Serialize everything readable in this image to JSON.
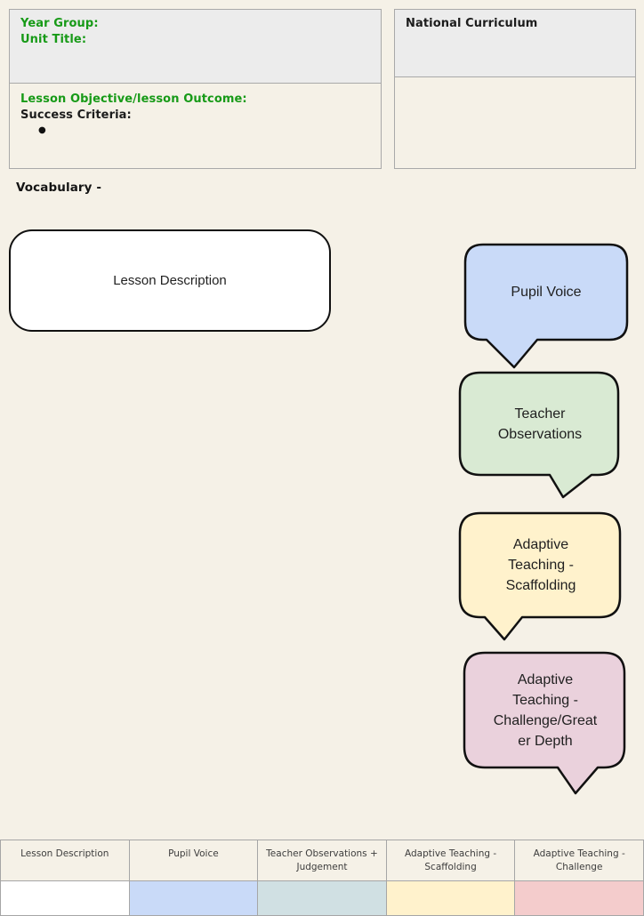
{
  "colors": {
    "page_background": "#f5f1e7",
    "heading_green": "#179a17",
    "box_header_gray": "#ececec",
    "bubble_border": "#111111"
  },
  "header": {
    "left_box": {
      "year_group_label": "Year Group:",
      "unit_title_label": "Unit Title:",
      "objective_label": "Lesson Objective/lesson Outcome:",
      "success_criteria_label": "Success Criteria:",
      "bullet": "●"
    },
    "right_box": {
      "title": "National Curriculum"
    }
  },
  "vocabulary_label": "Vocabulary -",
  "lesson_description_box": {
    "label": "Lesson Description"
  },
  "speech_bubbles": [
    {
      "label": "Pupil Voice",
      "fill": "#c9daf8"
    },
    {
      "label": "Teacher\nObservations",
      "fill": "#d9ead3"
    },
    {
      "label": "Adaptive\nTeaching -\nScaffolding",
      "fill": "#fff2cc"
    },
    {
      "label": "Adaptive\nTeaching -\nChallenge/Great\ner Depth",
      "fill": "#ead1dc"
    }
  ],
  "bottom_table": {
    "columns": [
      {
        "header": "Lesson Description",
        "cell_color": "#ffffff"
      },
      {
        "header": "Pupil Voice",
        "cell_color": "#c9daf8"
      },
      {
        "header": "Teacher Observations + Judgement",
        "cell_color": "#d0e0e3"
      },
      {
        "header": "Adaptive Teaching - Scaffolding",
        "cell_color": "#fff2cc"
      },
      {
        "header": "Adaptive Teaching - Challenge",
        "cell_color": "#f4cccc"
      }
    ]
  }
}
